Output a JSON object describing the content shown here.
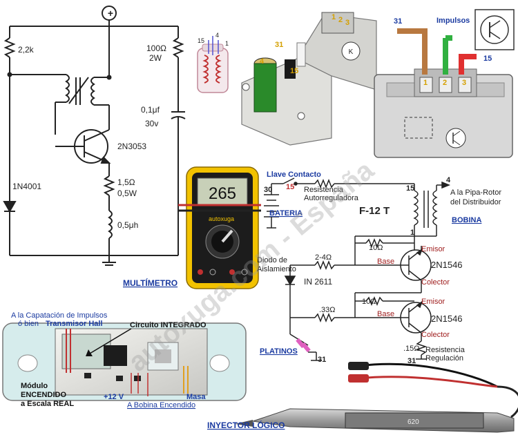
{
  "watermark": "autoxuga.com - España",
  "left_circuit": {
    "plus_symbol": "+",
    "r1": "2,2k",
    "r2_value": "100Ω",
    "r2_power": "2W",
    "cap_value": "0,1μf",
    "cap_voltage": "30v",
    "transistor": "2N3053",
    "r3_value": "1,5Ω",
    "r3_power": "0,5W",
    "inductor": "0,5μh",
    "diode": "1N4001"
  },
  "multimeter": {
    "display": "265",
    "brand": "autoxuga",
    "caption": "MULTÍMETRO"
  },
  "coil_top": {
    "terminals": [
      "15",
      "4",
      "1"
    ],
    "colors": {
      "primary": "#c03030",
      "secondary": "#5050d0"
    }
  },
  "ignition_module": {
    "coil_terminals": [
      "31",
      "4",
      "15"
    ],
    "connector": [
      "1",
      "2",
      "3"
    ],
    "transistor_symbol": "K"
  },
  "module_detail": {
    "wire_31": "31",
    "impulsos": "Impulsos",
    "wire_15": "15",
    "pins": [
      "1",
      "2",
      "3"
    ],
    "wire_colors": {
      "w31": "#b87840",
      "impulsos": "#30b040",
      "w15": "#e03030"
    }
  },
  "right_circuit": {
    "llave": "Llave Contacto",
    "t30": "30",
    "t15": "15",
    "resistencia1": "Resistencia",
    "resistencia2": "Autorreguladora",
    "bateria": "BATERIA",
    "coil_label": "F-12 T",
    "coil_top_terminal": "15",
    "coil_bottom_terminal": "1",
    "coil_hv_terminal": "4",
    "pipa1": "A la Pipa-Rotor",
    "pipa2": "del Distribuidor",
    "bobina": "BOBINA",
    "r_10a": "10Ω",
    "r_24": "2-4Ω",
    "diodo1": "Diodo de",
    "diodo2": "Aislamiento",
    "diode_code": "IN 2611",
    "emisor": "Emisor",
    "base": "Base",
    "colector": "Colector",
    "t1": "2N1546",
    "r_10b": "10Ω",
    "r_33": ".33Ω",
    "t2": "2N1546",
    "r_15": ".15Ω",
    "reg1": "Resistencia",
    "reg2": "Regulación",
    "t31a": "31",
    "platinos": "PLATINOS",
    "t31b": "31"
  },
  "module_photo": {
    "capt1": "A la Capatación de Impulsos",
    "capt2": "ó bien",
    "capt3": "Transmisor Hall",
    "integrado": "Circuito INTEGRADO",
    "modulo1": "Módulo",
    "modulo2": "ENCENDIDO",
    "modulo3": "a Escala REAL",
    "v12": "+12 V",
    "bobina_enc": "A Bobina Encendido",
    "masa": "Masa"
  },
  "logic_probe": {
    "caption": "INYECTOR LÓGICO",
    "body_text": "620"
  }
}
